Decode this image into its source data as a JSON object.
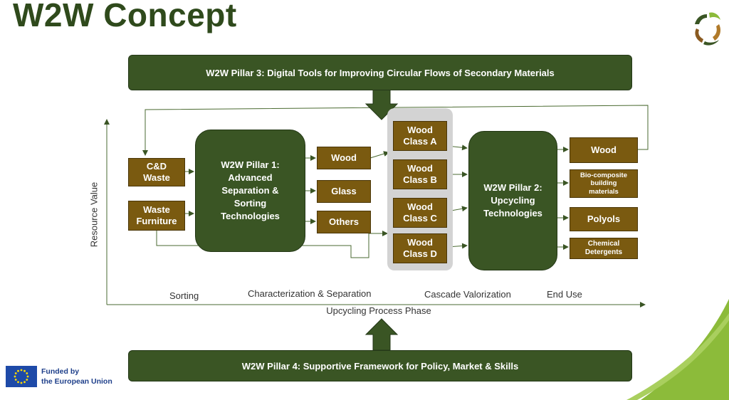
{
  "title": "W2W Concept",
  "pillar3": "W2W Pillar 3: Digital Tools for Improving Circular Flows of Secondary Materials",
  "pillar4": "W2W Pillar 4: Supportive Framework for Policy, Market & Skills",
  "pillar1": "W2W Pillar 1:\nAdvanced\nSeparation &\nSorting\nTechnologies",
  "pillar2": "W2W Pillar 2:\nUpcycling\nTechnologies",
  "inputs": {
    "cd_waste": "C&D\nWaste",
    "waste_furniture": "Waste\nFurniture"
  },
  "separated": {
    "wood": "Wood",
    "glass": "Glass",
    "others": "Others"
  },
  "classes": {
    "a": "Wood\nClass A",
    "b": "Wood\nClass B",
    "c": "Wood\nClass  C",
    "d": "Wood\nClass D"
  },
  "outputs": {
    "wood": "Wood",
    "biocomposite": "Bio-composite\nbuilding\nmaterials",
    "polyols": "Polyols",
    "detergents": "Chemical\nDetergents"
  },
  "axes": {
    "y_label": "Resource Value",
    "x_label": "Upcycling Process Phase",
    "phases": [
      "Sorting",
      "Characterization & Separation",
      "Cascade Valorization",
      "End Use"
    ]
  },
  "funding": {
    "line1": "Funded by",
    "line2": "the European Union"
  },
  "colors": {
    "green_dark": "#3a5524",
    "brown": "#7a5a10",
    "gray_panel": "#d3d3d3",
    "accent_green": "#8cbb3a"
  }
}
